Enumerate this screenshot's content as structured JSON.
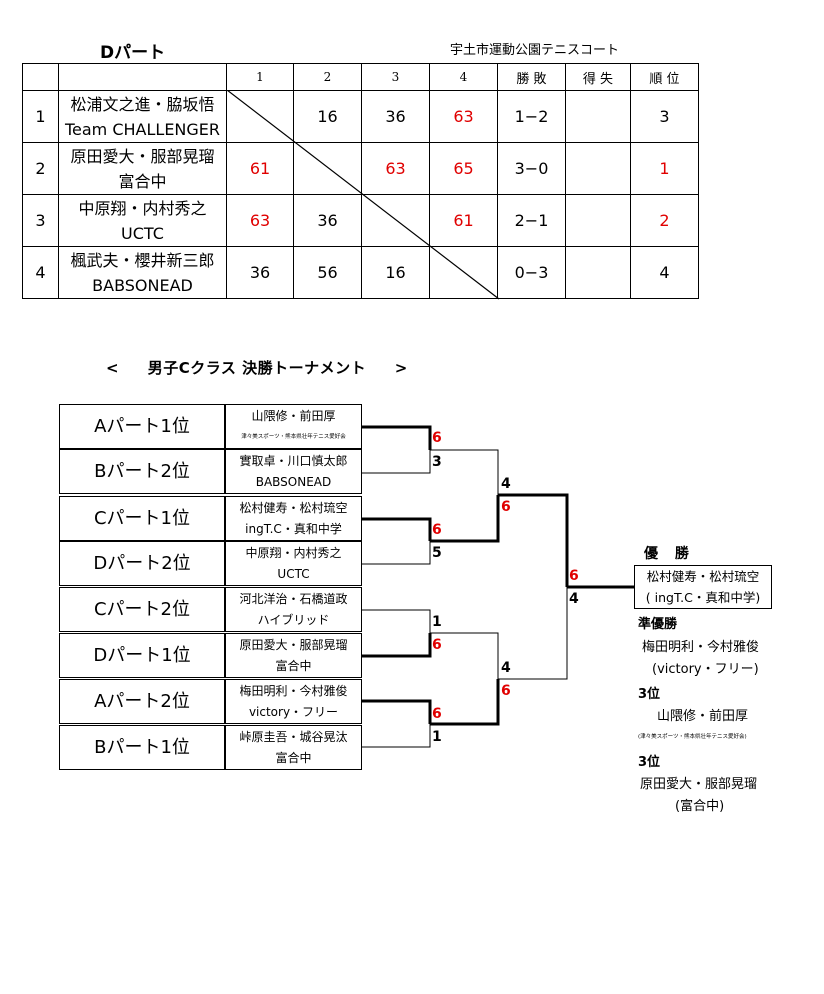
{
  "header": {
    "part_title": "Dパート",
    "venue": "宇土市運動公園テニスコート"
  },
  "league": {
    "columns": [
      "1",
      "2",
      "3",
      "4",
      "勝 敗",
      "得 失",
      "順 位"
    ],
    "rows": [
      {
        "no": "1",
        "players": "松浦文之進・脇坂悟",
        "club": "Team CHALLENGER",
        "scores": [
          "",
          "16",
          "36",
          "63"
        ],
        "record": "1−2",
        "points": "",
        "rank": "3"
      },
      {
        "no": "2",
        "players": "原田愛大・服部晃瑠",
        "club": "富合中",
        "scores": [
          "61",
          "",
          "63",
          "65"
        ],
        "record": "3−0",
        "points": "",
        "rank": "1"
      },
      {
        "no": "3",
        "players": "中原翔・内村秀之",
        "club": "UCTC",
        "scores": [
          "63",
          "36",
          "",
          "61"
        ],
        "record": "2−1",
        "points": "",
        "rank": "2"
      },
      {
        "no": "4",
        "players": "楓武夫・櫻井新三郎",
        "club": "BABSONEAD",
        "scores": [
          "36",
          "56",
          "16",
          ""
        ],
        "record": "0−3",
        "points": "",
        "rank": "4"
      }
    ]
  },
  "tournament": {
    "heading_left": "<",
    "heading": "男子Cクラス 決勝トーナメント",
    "heading_right": ">",
    "entries": [
      {
        "slot": "Aパート1位",
        "players": "山隈修・前田厚",
        "club": "津々美スポーツ・熊本県壮年テニス愛好会"
      },
      {
        "slot": "Bパート2位",
        "players": "實取卓・川口慎太郎",
        "club": "BABSONEAD"
      },
      {
        "slot": "Cパート1位",
        "players": "松村健寿・松村琉空",
        "club": "ingT.C・真和中学"
      },
      {
        "slot": "Dパート2位",
        "players": "中原翔・内村秀之",
        "club": "UCTC"
      },
      {
        "slot": "Cパート2位",
        "players": "河北洋治・石橋道政",
        "club": "ハイブリッド"
      },
      {
        "slot": "Dパート1位",
        "players": "原田愛大・服部晃瑠",
        "club": "富合中"
      },
      {
        "slot": "Aパート2位",
        "players": "梅田明利・今村雅俊",
        "club": "victory・フリー"
      },
      {
        "slot": "Bパート1位",
        "players": "峠原圭吾・城谷晃汰",
        "club": "富合中"
      }
    ],
    "scores": {
      "r1": [
        "6",
        "3",
        "6",
        "5",
        "1",
        "6",
        "6",
        "1"
      ],
      "r2": [
        "4",
        "6",
        "4",
        "6"
      ],
      "final": [
        "6",
        "4"
      ]
    }
  },
  "results": {
    "champion_label": "優 勝",
    "champion_players": "松村健寿・松村琉空",
    "champion_club": "( ingT.C・真和中学)",
    "runner_up_label": "準優勝",
    "runner_up_players": "梅田明利・今村雅俊",
    "runner_up_club": "(victory・フリー)",
    "third_label_1": "3位",
    "third_players_1": "山隈修・前田厚",
    "third_club_1": "(津々美スポーツ・熊本県壮年テニス愛好会)",
    "third_label_2": "3位",
    "third_players_2": "原田愛大・服部晃瑠",
    "third_club_2": "(富合中)"
  },
  "colors": {
    "win": "#e00000",
    "line": "#000000"
  }
}
